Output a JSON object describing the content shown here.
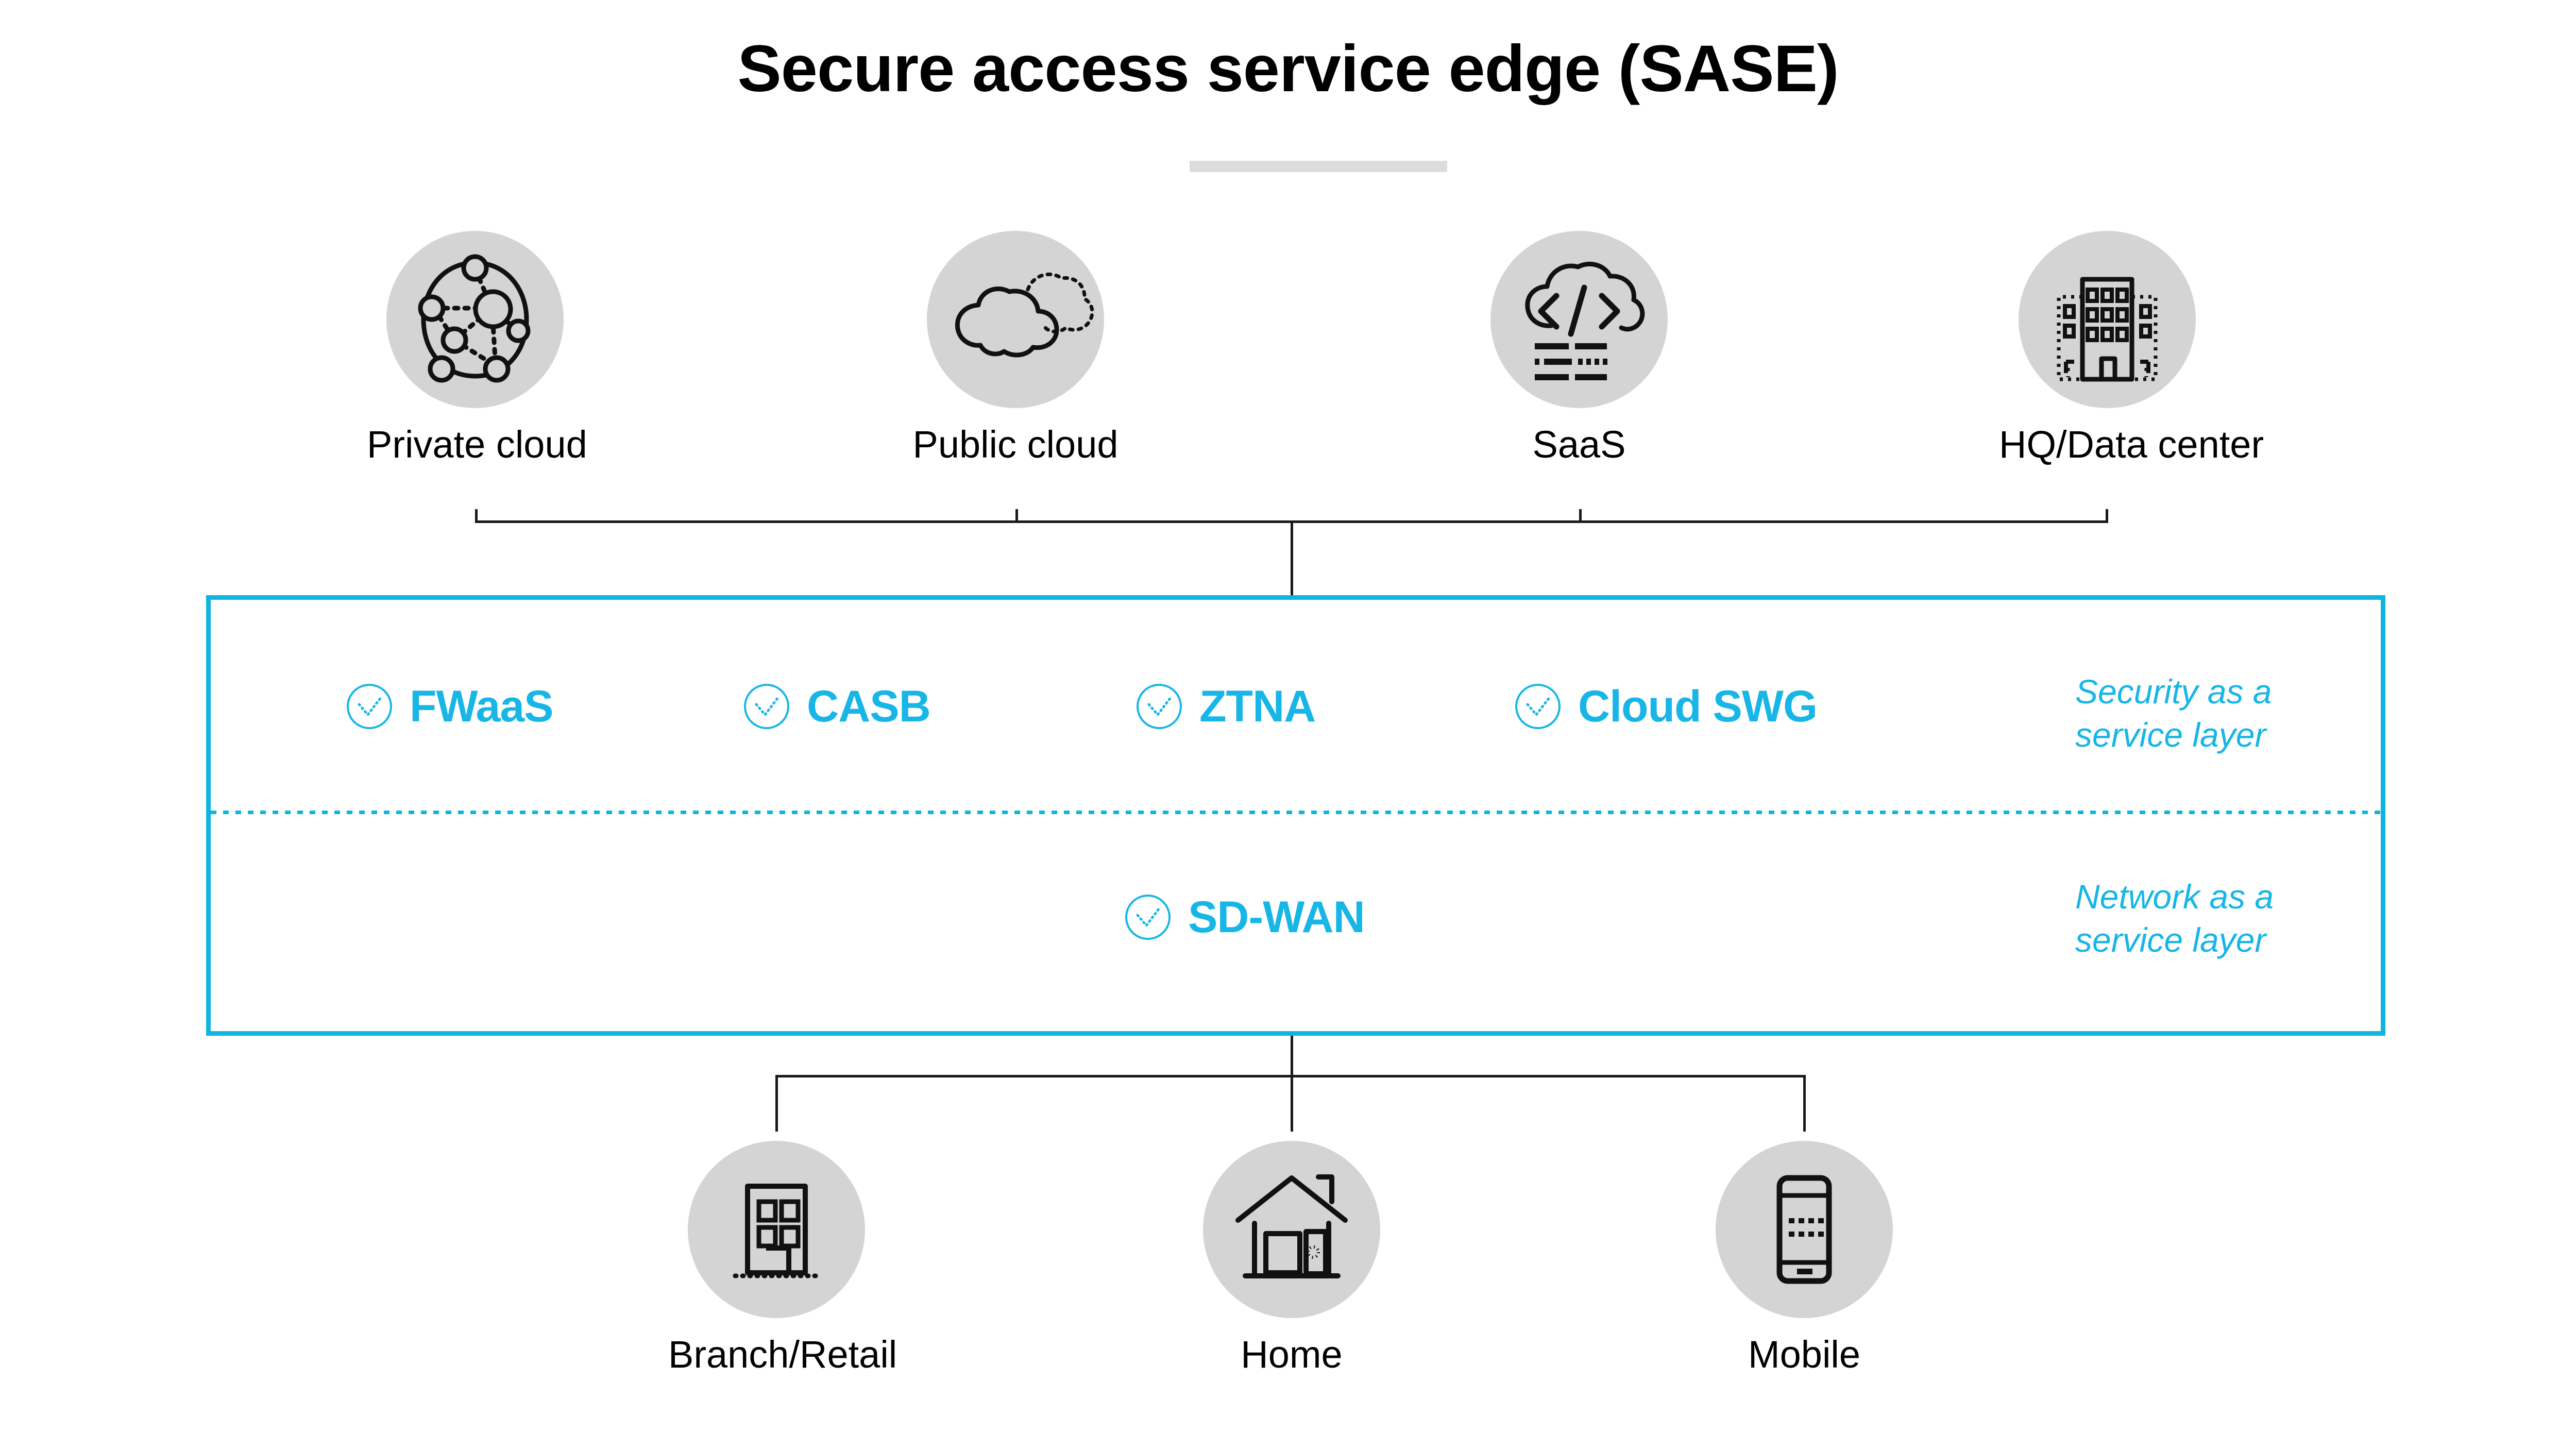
{
  "title": "Secure access service edge (SASE)",
  "accent_color": "#17b6e6",
  "disc_color": "#d4d4d4",
  "rule_color": "#dcdcdc",
  "line_color": "#1a1a1a",
  "top_nodes": [
    {
      "label": "Private cloud",
      "icon": "network-mesh-icon"
    },
    {
      "label": "Public cloud",
      "icon": "cloud-icon"
    },
    {
      "label": "SaaS",
      "icon": "cloud-code-icon"
    },
    {
      "label": "HQ/Data center",
      "icon": "office-building-icon"
    }
  ],
  "service_box": {
    "security_layer": {
      "caption_line1": "Security as a",
      "caption_line2": "service layer",
      "items": [
        {
          "label": "FWaaS",
          "icon": "check-circle-icon"
        },
        {
          "label": "CASB",
          "icon": "check-circle-icon"
        },
        {
          "label": "ZTNA",
          "icon": "check-circle-icon"
        },
        {
          "label": "Cloud SWG",
          "icon": "check-circle-icon"
        }
      ]
    },
    "network_layer": {
      "caption_line1": "Network as a",
      "caption_line2": "service layer",
      "items": [
        {
          "label": "SD-WAN",
          "icon": "check-circle-icon"
        }
      ]
    }
  },
  "bottom_nodes": [
    {
      "label": "Branch/Retail",
      "icon": "small-building-icon"
    },
    {
      "label": "Home",
      "icon": "house-icon"
    },
    {
      "label": "Mobile",
      "icon": "smartphone-icon"
    }
  ]
}
